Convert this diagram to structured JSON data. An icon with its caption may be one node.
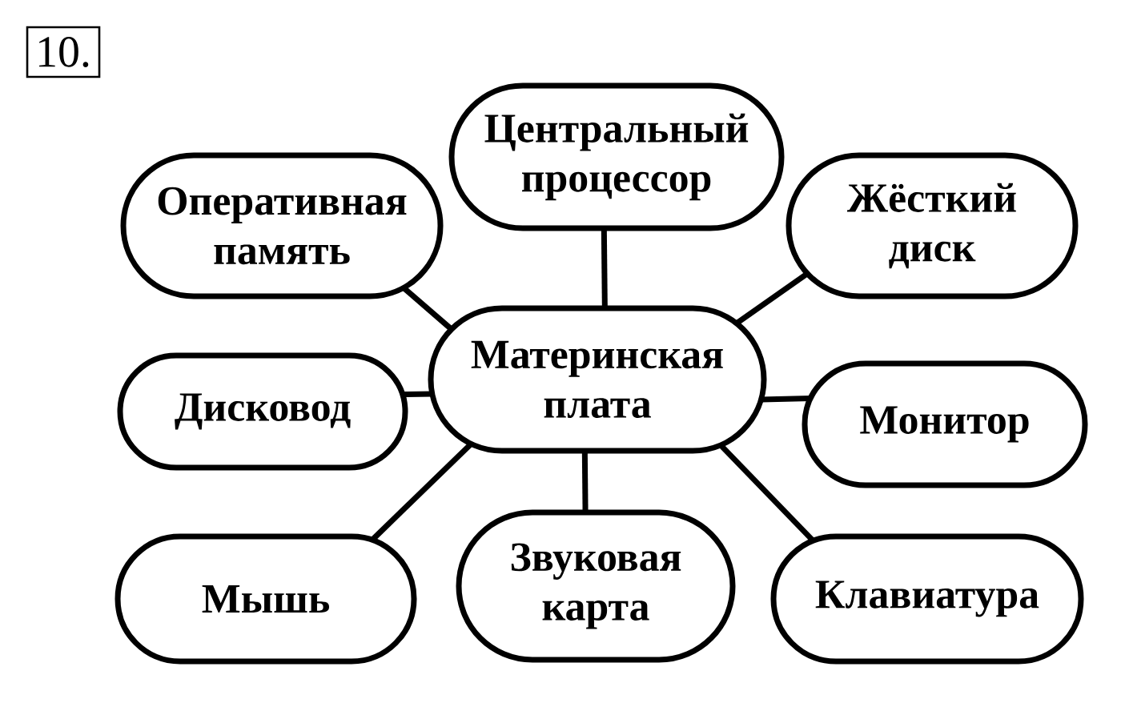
{
  "diagram": {
    "nodes": [
      {
        "text": [
          "Центральный процессор"
        ]
      },
      {
        "text": [
          "Оперативная память"
        ]
      },
      {
        "text": [
          "Жёсткий диск"
        ]
      },
      {
        "text": [
          "Материнская плата"
        ]
      },
      {
        "text": [
          "Дисковод"
        ]
      },
      {
        "text": [
          "Монитор"
        ]
      },
      {
        "text": [
          "Мышь"
        ]
      },
      {
        "text": [
          "Звуковая карта"
        ]
      },
      {
        "text": [
          "Клавиатура"
        ]
      }
    ],
    "edges": [
      {
        "from": 3,
        "to": 0,
        "arrow": "none"
      },
      {
        "from": 3,
        "to": 1,
        "arrow": "none"
      },
      {
        "from": 3,
        "to": 2,
        "arrow": "none"
      },
      {
        "from": 3,
        "to": 4,
        "arrow": "none"
      },
      {
        "from": 3,
        "to": 5,
        "arrow": "none"
      },
      {
        "from": 3,
        "to": 6,
        "arrow": "none"
      },
      {
        "from": 3,
        "to": 7,
        "arrow": "none"
      },
      {
        "from": 3,
        "to": 8,
        "arrow": "none"
      }
    ],
    "labels": [
      "10."
    ]
  }
}
